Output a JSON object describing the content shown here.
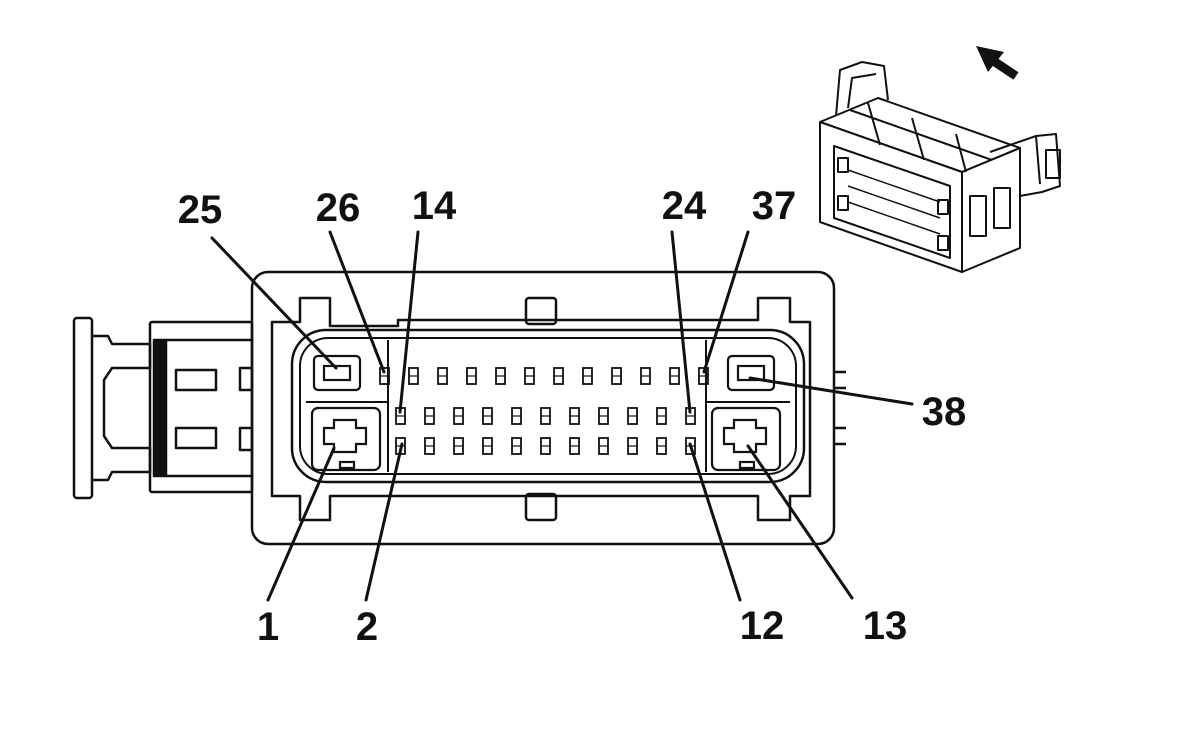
{
  "pin_labels": {
    "p25": "25",
    "p26": "26",
    "p14": "14",
    "p24": "24",
    "p37": "37",
    "p38": "38",
    "p1": "1",
    "p2": "2",
    "p12": "12",
    "p13": "13"
  },
  "icons": {
    "view_arrow": "arrow-up-left-icon",
    "connector_iso": "connector-isometric-icon"
  },
  "colors": {
    "line": "#111111",
    "fill": "#ffffff"
  }
}
